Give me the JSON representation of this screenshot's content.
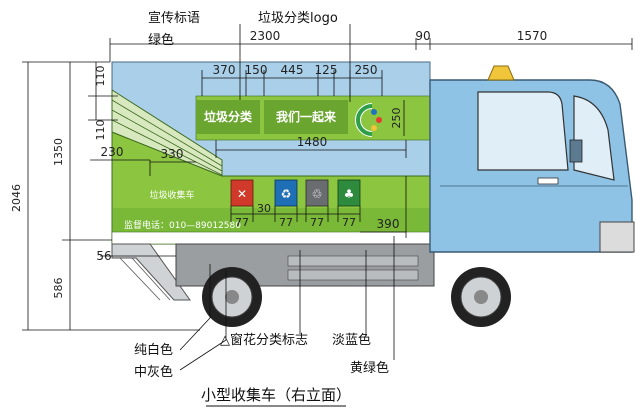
{
  "title": "小型收集车（右立面）",
  "annotations": {
    "slogan": "宣传标语",
    "logo": "垃圾分类logo",
    "green": "绿色",
    "white": "纯白色",
    "gray": "中灰色",
    "pattern": "△窗花分类标志",
    "lightblue": "淡蓝色",
    "yellowgreen": "黄绿色"
  },
  "panel_text": {
    "sort": "垃圾分类",
    "together": "我们一起来",
    "collect": "垃圾收集车",
    "phone": "监督电话：010—89012580"
  },
  "dimensions": {
    "top_body": "2300",
    "top_gap": "90",
    "top_cab": "1570",
    "h_total": "2046",
    "h_upper": "1350",
    "h_lower": "586",
    "v110a": "110",
    "v110b": "110",
    "d370": "370",
    "d150": "150",
    "d445": "445",
    "d125": "125",
    "d250": "250",
    "d250v": "250",
    "d1480": "1480",
    "d230": "230",
    "d330": "330",
    "d30": "30",
    "d77a": "77",
    "d77b": "77",
    "d77c": "77",
    "d77d": "77",
    "d390": "390",
    "d56": "56"
  },
  "colors": {
    "sky": "#a9cfe9",
    "cab": "#8fc3e6",
    "green": "#8cc53f",
    "dark_green": "#3f8a22",
    "gray": "#8f9396",
    "yellow": "#f0c53a"
  }
}
